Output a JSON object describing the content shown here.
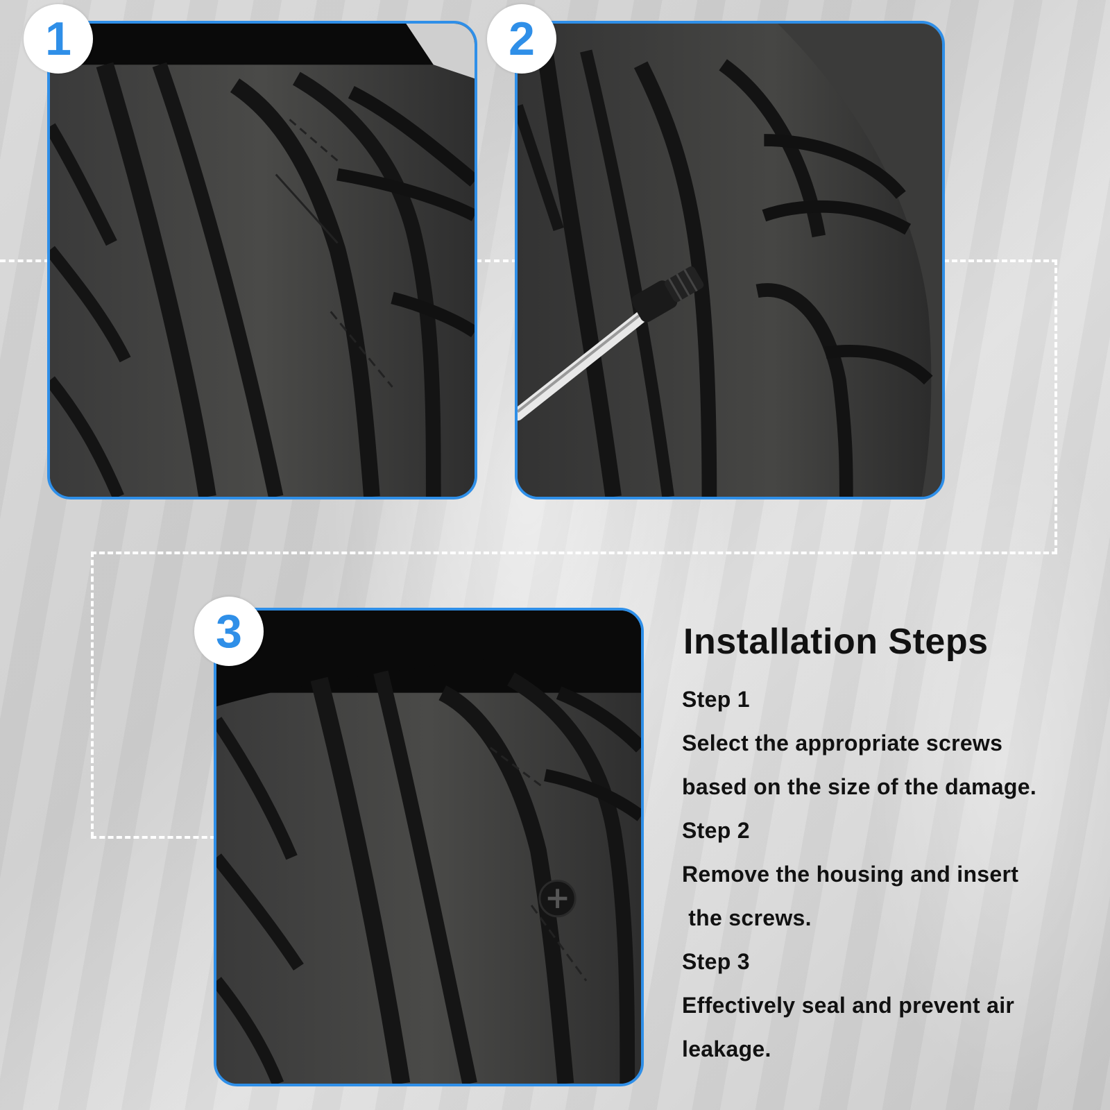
{
  "badges": [
    "1",
    "2",
    "3"
  ],
  "heading": "Installation Steps",
  "steps": [
    {
      "label": "Step 1",
      "lines": [
        "Select the appropriate screws",
        "based on the size of the damage."
      ]
    },
    {
      "label": "Step 2",
      "lines": [
        "Remove the housing and insert",
        " the screws."
      ]
    },
    {
      "label": "Step 3",
      "lines": [
        "Effectively seal and prevent air",
        "leakage."
      ]
    }
  ],
  "colors": {
    "accent": "#2f8fe8",
    "text": "#111111",
    "background": "#d6d6d6",
    "tire": "#2b2b2b"
  },
  "icons": [
    "screwdriver-icon",
    "screw-icon"
  ]
}
